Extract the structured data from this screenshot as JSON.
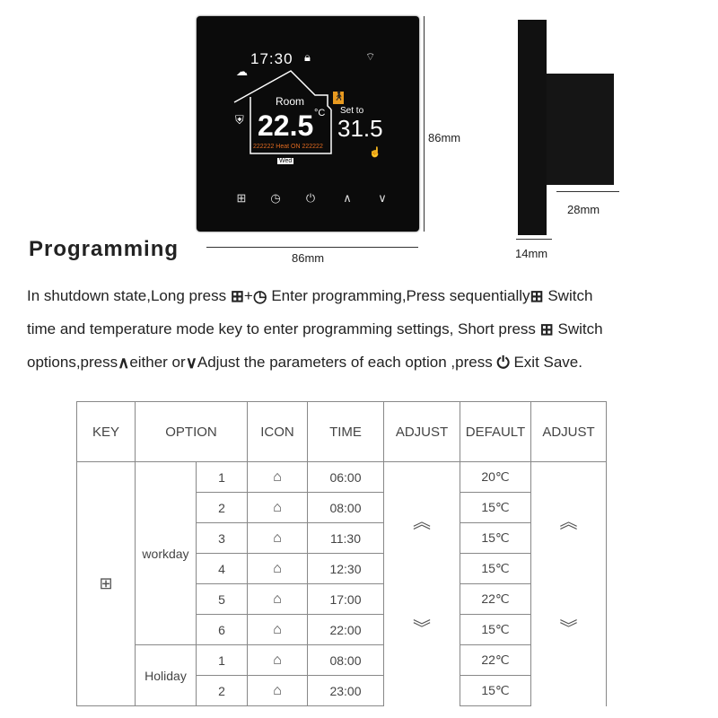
{
  "device": {
    "clock": "17:30",
    "room_label": "Room",
    "room_temp": "22.5",
    "unit": "°C",
    "set_label": "Set  to",
    "set_temp": "31.5",
    "heat_status": "222222 Heat ON 222222",
    "day": "Wed",
    "icons": [
      "lock-icon",
      "wifi-icon",
      "cloud-icon",
      "snowflake-shield-icon",
      "person-icon",
      "hand-icon"
    ],
    "buttons": [
      "menu-icon",
      "clock-icon",
      "power-icon",
      "up-icon",
      "down-icon"
    ]
  },
  "dimensions": {
    "height": "86mm",
    "width": "86mm",
    "depth": "28mm",
    "back_depth": "14mm"
  },
  "section_title": "Programming",
  "instructions": {
    "line1_a": "In shutdown state,Long  press",
    "line1_b": "+",
    "line1_c": "Enter programming,Press sequentially",
    "line1_d": "Switch",
    "line2_a": "time and temperature mode key to enter programming settings, Short press",
    "line2_b": "Switch",
    "line3_a": "options,press",
    "line3_b": "either or",
    "line3_c": "Adjust the parameters of each option ,press",
    "line3_d": "Exit Save."
  },
  "table": {
    "headers": [
      "KEY",
      "OPTION",
      "ICON",
      "TIME",
      "ADJUST",
      "DEFAULT",
      "ADJUST"
    ],
    "groups": {
      "workday": "workday",
      "holiday": "Holiday"
    },
    "rows": [
      {
        "n": "1",
        "time": "06:00",
        "default": "20℃"
      },
      {
        "n": "2",
        "time": "08:00",
        "default": "15℃"
      },
      {
        "n": "3",
        "time": "11:30",
        "default": "15℃"
      },
      {
        "n": "4",
        "time": "12:30",
        "default": "15℃"
      },
      {
        "n": "5",
        "time": "17:00",
        "default": "22℃"
      },
      {
        "n": "6",
        "time": "22:00",
        "default": "15℃"
      },
      {
        "n": "1",
        "time": "08:00",
        "default": "22℃"
      },
      {
        "n": "2",
        "time": "23:00",
        "default": "15℃"
      }
    ],
    "up": "︽",
    "down": "︾"
  }
}
